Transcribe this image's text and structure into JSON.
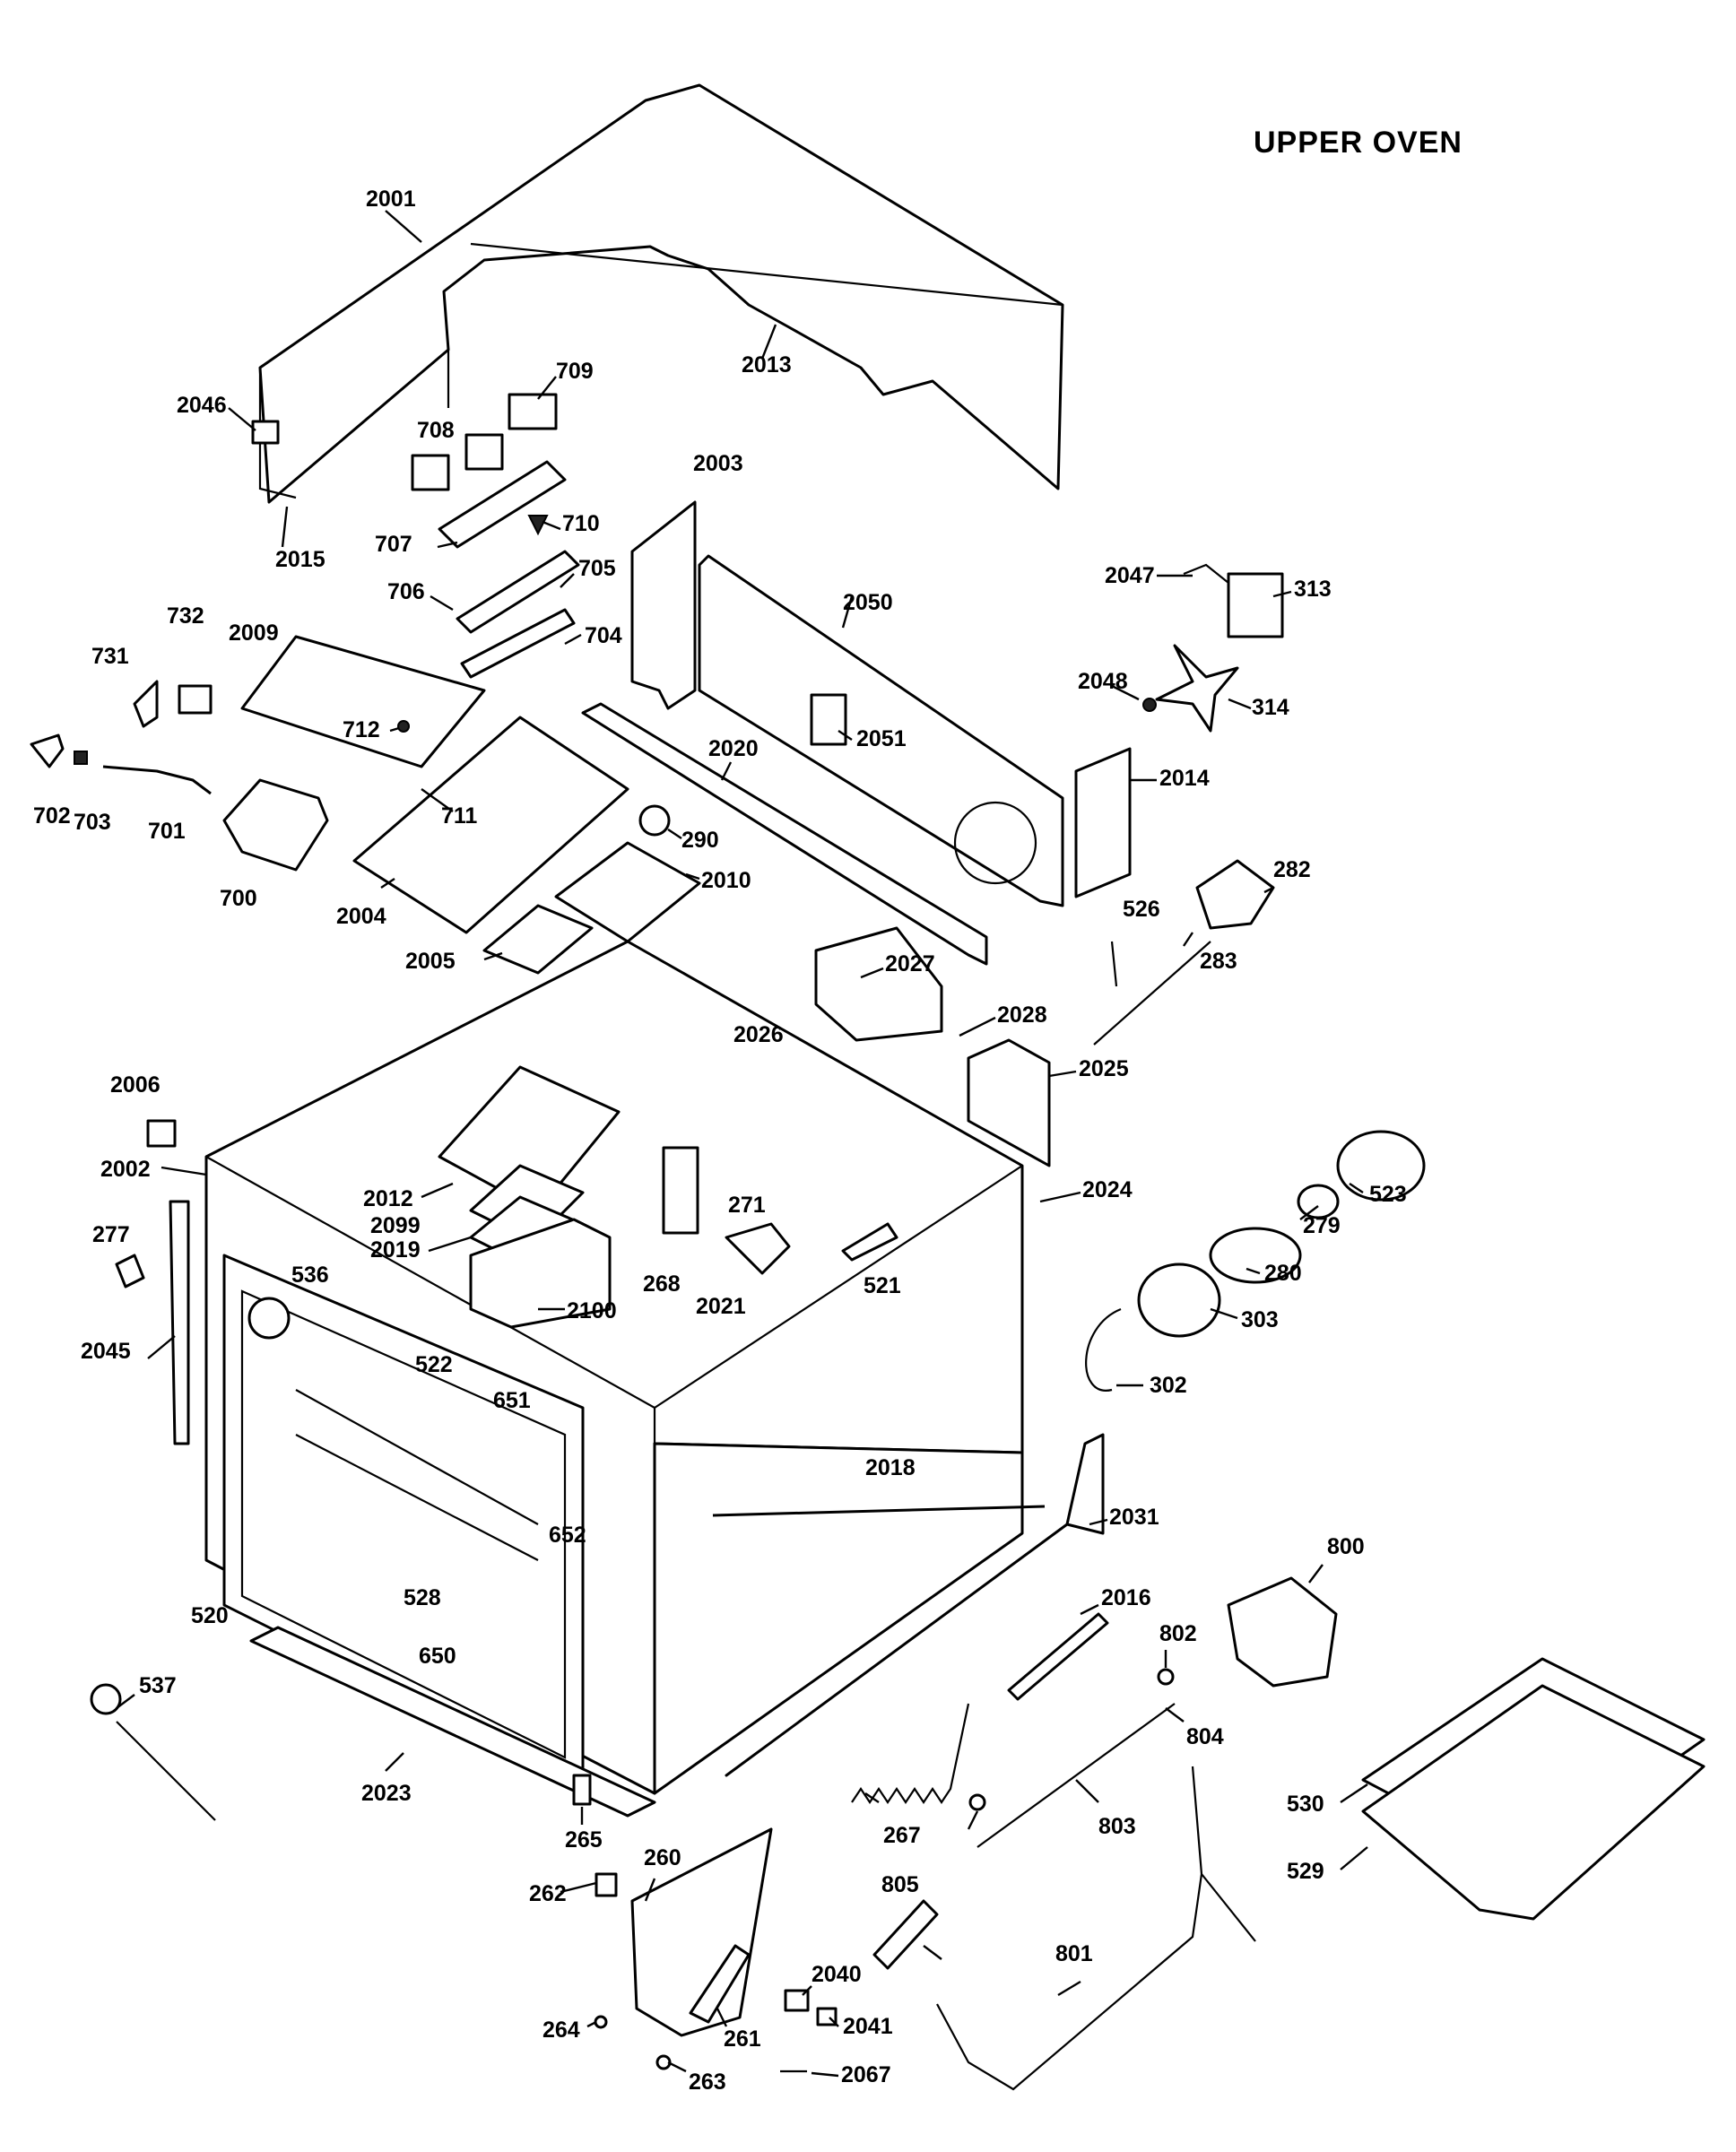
{
  "diagram": {
    "title": "UPPER OVEN",
    "callouts": [
      "2001",
      "2013",
      "2046",
      "2015",
      "709",
      "708",
      "707",
      "710",
      "706",
      "705",
      "704",
      "2003",
      "2050",
      "2047",
      "313",
      "2048",
      "314",
      "2014",
      "731",
      "732",
      "2009",
      "712",
      "702",
      "703",
      "701",
      "700",
      "711",
      "2004",
      "290",
      "2010",
      "2020",
      "2051",
      "282",
      "526",
      "283",
      "2005",
      "2027",
      "2028",
      "2026",
      "2025",
      "2006",
      "2002",
      "2012",
      "2099",
      "2019",
      "2100",
      "268",
      "271",
      "521",
      "2024",
      "523",
      "279",
      "280",
      "303",
      "302",
      "277",
      "536",
      "2045",
      "522",
      "651",
      "2021",
      "2018",
      "2031",
      "652",
      "520",
      "528",
      "800",
      "2016",
      "802",
      "804",
      "650",
      "537",
      "2023",
      "265",
      "267",
      "803",
      "805",
      "260",
      "262",
      "530",
      "529",
      "801",
      "2040",
      "2041",
      "261",
      "264",
      "263",
      "2067"
    ]
  }
}
